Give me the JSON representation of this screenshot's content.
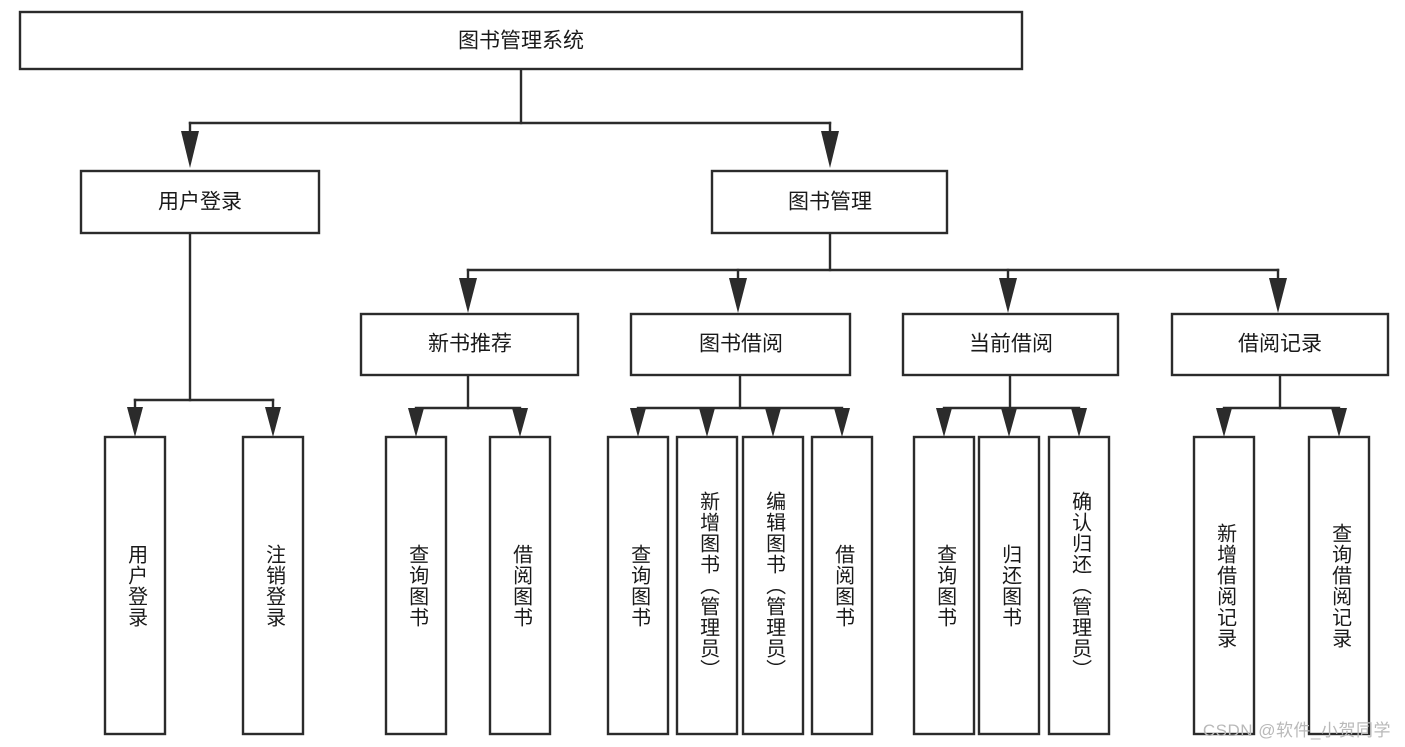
{
  "diagram": {
    "type": "hierarchy-tree",
    "title": "图书管理系统",
    "orientation": "top-down",
    "watermark": "CSDN @软件_小贺同学",
    "colors": {
      "stroke": "#2b2b2b",
      "fill": "#ffffff",
      "text": "#1a1a1a",
      "watermark": "#b9b9b9",
      "background": "#ffffff"
    },
    "levels": [
      {
        "level": 1,
        "nodes": [
          {
            "id": "root",
            "label": "图书管理系统",
            "orientation": "horizontal"
          }
        ]
      },
      {
        "level": 2,
        "nodes": [
          {
            "id": "login",
            "label": "用户登录",
            "orientation": "horizontal",
            "parent": "root"
          },
          {
            "id": "bookmgmt",
            "label": "图书管理",
            "orientation": "horizontal",
            "parent": "root"
          }
        ]
      },
      {
        "level": 3,
        "nodes": [
          {
            "id": "newbook",
            "label": "新书推荐",
            "orientation": "horizontal",
            "parent": "bookmgmt"
          },
          {
            "id": "borrow",
            "label": "图书借阅",
            "orientation": "horizontal",
            "parent": "bookmgmt"
          },
          {
            "id": "current",
            "label": "当前借阅",
            "orientation": "horizontal",
            "parent": "bookmgmt"
          },
          {
            "id": "records",
            "label": "借阅记录",
            "orientation": "horizontal",
            "parent": "bookmgmt"
          }
        ]
      },
      {
        "level": 4,
        "nodes": [
          {
            "id": "leaf-1",
            "label": "用户登录",
            "orientation": "vertical",
            "parent": "login"
          },
          {
            "id": "leaf-2",
            "label": "注销登录",
            "orientation": "vertical",
            "parent": "login"
          },
          {
            "id": "leaf-3",
            "label": "查询图书",
            "orientation": "vertical",
            "parent": "newbook"
          },
          {
            "id": "leaf-4",
            "label": "借阅图书",
            "orientation": "vertical",
            "parent": "newbook"
          },
          {
            "id": "leaf-5",
            "label": "查询图书",
            "orientation": "vertical",
            "parent": "borrow"
          },
          {
            "id": "leaf-6",
            "label": "新增图书（管理员）",
            "orientation": "vertical",
            "parent": "borrow"
          },
          {
            "id": "leaf-7",
            "label": "编辑图书（管理员）",
            "orientation": "vertical",
            "parent": "borrow"
          },
          {
            "id": "leaf-8",
            "label": "借阅图书",
            "orientation": "vertical",
            "parent": "borrow"
          },
          {
            "id": "leaf-9",
            "label": "查询图书",
            "orientation": "vertical",
            "parent": "current"
          },
          {
            "id": "leaf-10",
            "label": "归还图书",
            "orientation": "vertical",
            "parent": "current"
          },
          {
            "id": "leaf-11",
            "label": "确认归还（管理员）",
            "orientation": "vertical",
            "parent": "current"
          },
          {
            "id": "leaf-12",
            "label": "新增借阅记录",
            "orientation": "vertical",
            "parent": "records"
          },
          {
            "id": "leaf-13",
            "label": "查询借阅记录",
            "orientation": "vertical",
            "parent": "records"
          }
        ]
      }
    ]
  }
}
